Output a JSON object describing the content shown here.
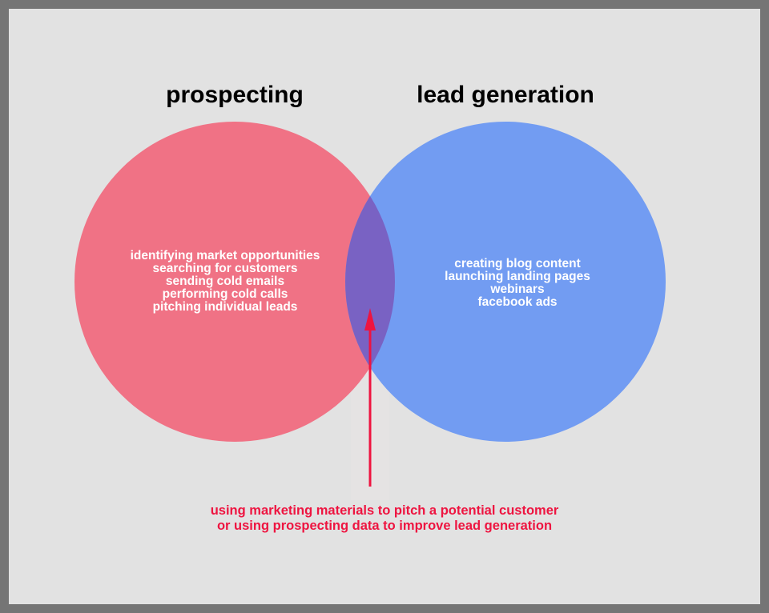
{
  "left_set": {
    "title": "prospecting",
    "color": "#f07285",
    "items": [
      "identifying market opportunities",
      "searching for customers",
      "sending cold emails",
      "performing cold calls",
      "pitching individual leads"
    ]
  },
  "right_set": {
    "title": "lead generation",
    "color": "#729cf2",
    "items": [
      "creating blog content",
      "launching landing pages",
      "webinars",
      "facebook ads"
    ]
  },
  "overlap": {
    "color": "#7962c3",
    "caption": [
      "using marketing materials to pitch a potential customer",
      "or using prospecting data to improve lead generation"
    ],
    "arrow_color": "#ee1440"
  }
}
